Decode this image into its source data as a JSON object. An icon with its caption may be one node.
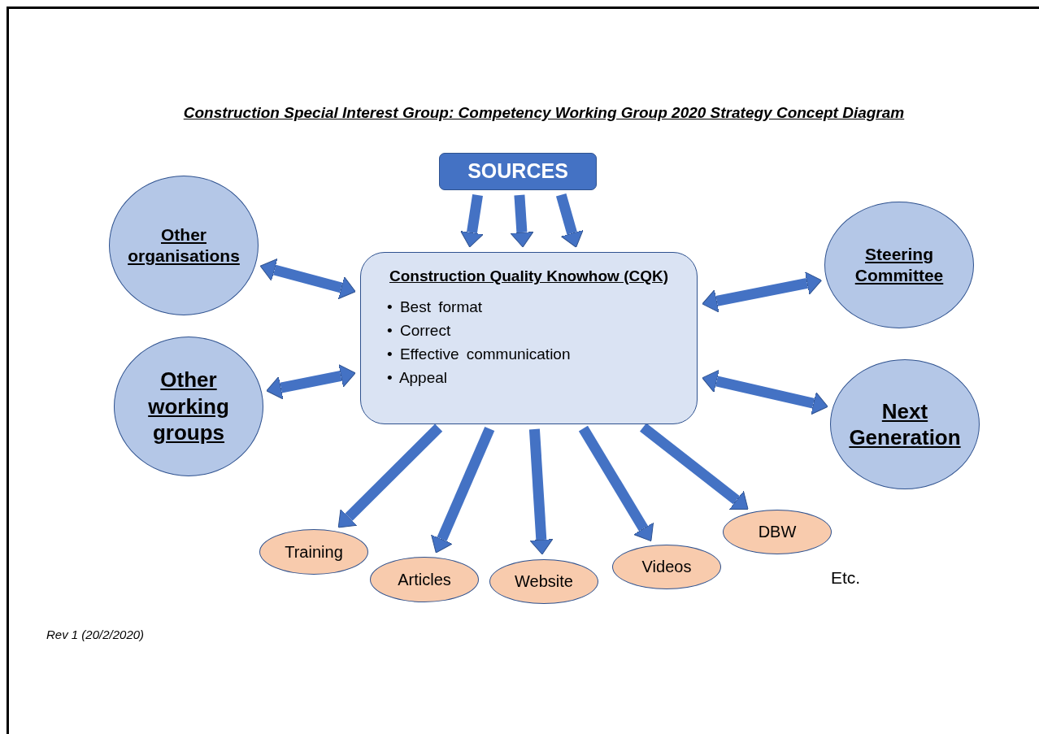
{
  "diagram": {
    "title": "Construction Special Interest Group:  Competency Working Group 2020 Strategy Concept Diagram",
    "nodes": [
      {
        "text": [
          "SOURCES"
        ]
      },
      {
        "text": [
          "Construction Quality Knowhow (CQK)",
          "• Best format",
          "• Correct",
          "• Effective communication",
          "• Appeal"
        ]
      },
      {
        "text": [
          "Other organisations"
        ]
      },
      {
        "text": [
          "Steering Committee"
        ]
      },
      {
        "text": [
          "Other working groups"
        ]
      },
      {
        "text": [
          "Next Generation"
        ]
      },
      {
        "text": [
          "Training"
        ]
      },
      {
        "text": [
          "Articles"
        ]
      },
      {
        "text": [
          "Website"
        ]
      },
      {
        "text": [
          "Videos"
        ]
      },
      {
        "text": [
          "DBW"
        ]
      }
    ],
    "edges": [
      {
        "from": 0,
        "to": 1,
        "arrow": "to"
      },
      {
        "from": 0,
        "to": 1,
        "arrow": "to"
      },
      {
        "from": 0,
        "to": 1,
        "arrow": "to"
      },
      {
        "from": 2,
        "to": 1,
        "arrow": "both"
      },
      {
        "from": 3,
        "to": 1,
        "arrow": "both"
      },
      {
        "from": 4,
        "to": 1,
        "arrow": "both"
      },
      {
        "from": 5,
        "to": 1,
        "arrow": "both"
      },
      {
        "from": 1,
        "to": 6,
        "arrow": "to"
      },
      {
        "from": 1,
        "to": 7,
        "arrow": "to"
      },
      {
        "from": 1,
        "to": 8,
        "arrow": "to"
      },
      {
        "from": 1,
        "to": 9,
        "arrow": "to"
      },
      {
        "from": 1,
        "to": 10,
        "arrow": "to"
      }
    ],
    "labels": [
      "Etc.",
      "Rev 1 (20/2/2020)"
    ]
  }
}
